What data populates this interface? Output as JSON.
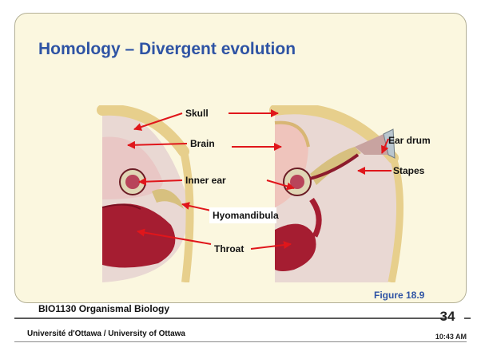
{
  "slide": {
    "title": "Homology – Divergent evolution",
    "figure_caption": "Figure 18.9",
    "course": "BIO1130 Organismal Biology",
    "university": "Université d'Ottawa / University of Ottawa",
    "page_number": "34",
    "time": "10:43 AM"
  },
  "figure": {
    "labels": {
      "skull": "Skull",
      "brain": "Brain",
      "inner_ear": "Inner ear",
      "hyomandibula": "Hyomandibula",
      "throat": "Throat",
      "ear_drum": "Ear drum",
      "stapes": "Stapes"
    }
  },
  "colors": {
    "title": "#2e53a4",
    "panel_background": "#fbf7df",
    "arrow": "#e0161b",
    "bone": "#e7cf8c",
    "throat": "#a51d31",
    "tissue": "#ead8d2"
  }
}
